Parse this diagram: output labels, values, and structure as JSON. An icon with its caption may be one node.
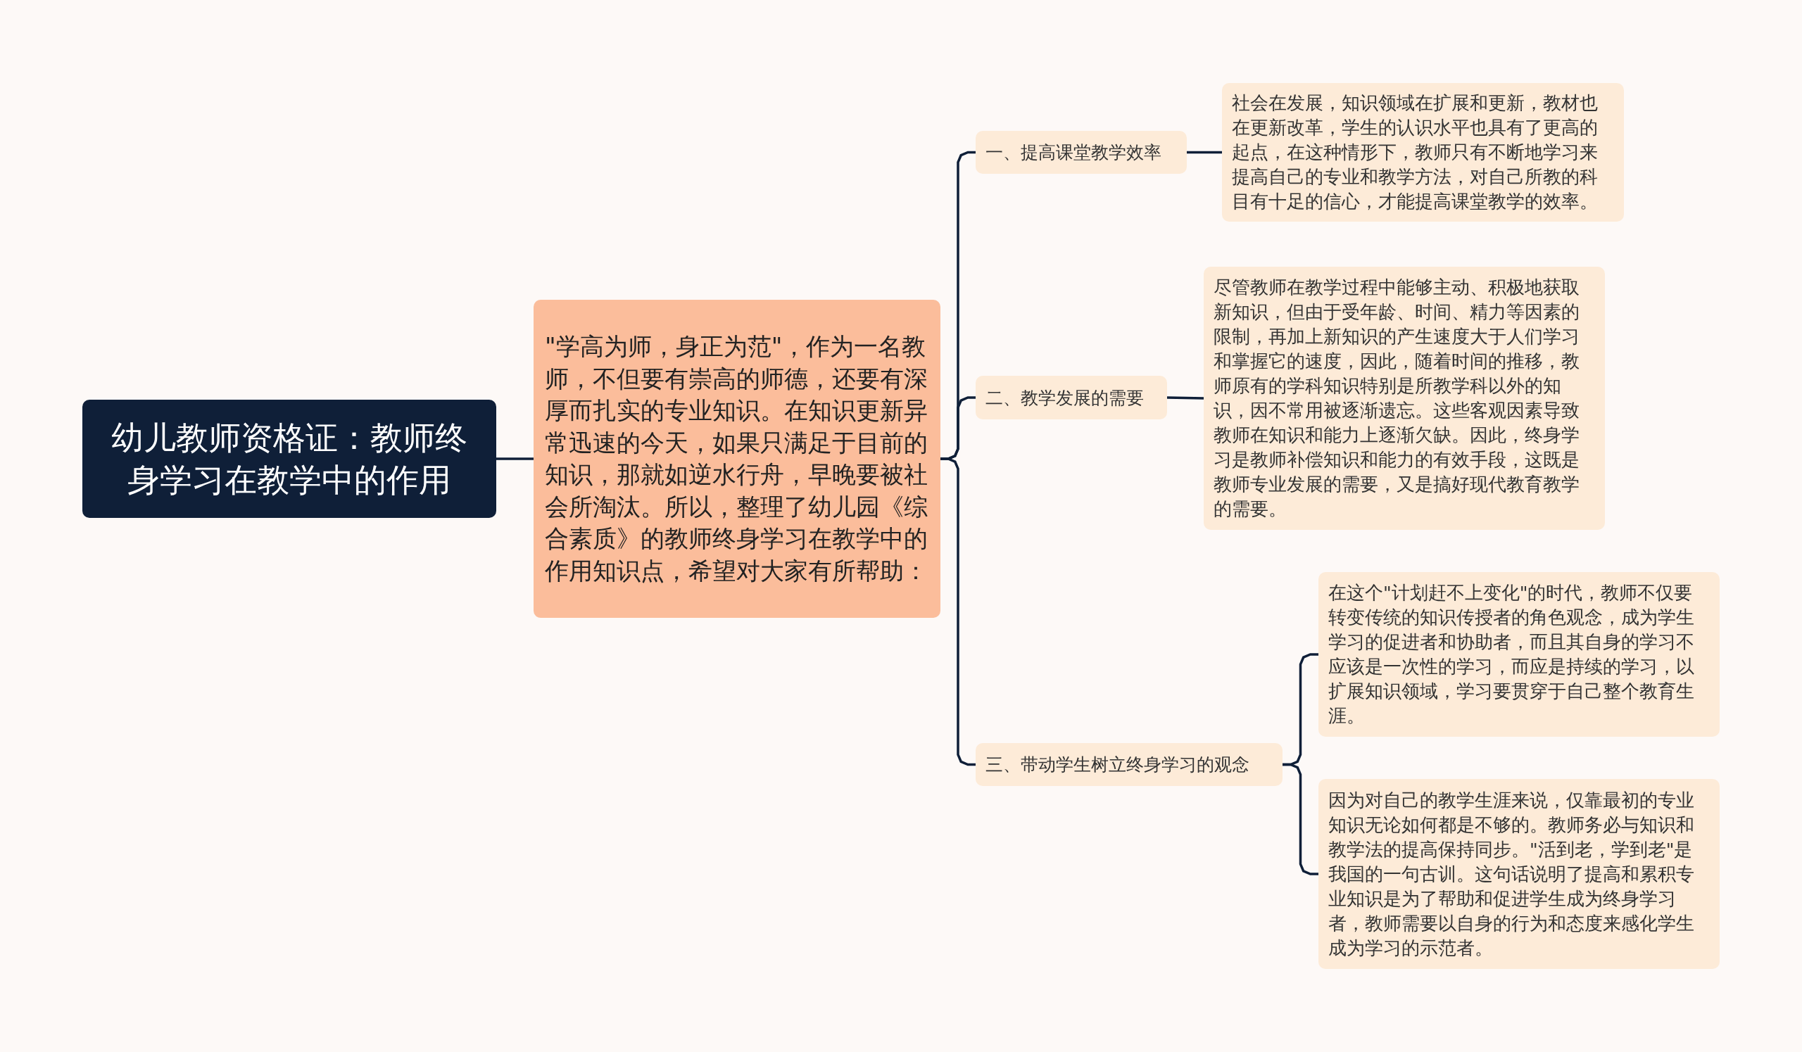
{
  "diagram": {
    "nodes": [
      {
        "text": [
          "幼儿教师资格证：教师终身学习在教学中的作用"
        ]
      },
      {
        "text": [
          "\"学高为师，身正为范\"，作为一名教师，不但要有崇高的师德，还要有深厚而扎实的专业知识。在知识更新异常迅速的今天，如果只满足于目前的知识，那就如逆水行舟，早晚要被社会所淘汰。所以，整理了幼儿园《综合素质》的教师终身学习在教学中的作用知识点，希望对大家有所帮助："
        ]
      },
      {
        "text": [
          "一、提高课堂教学效率"
        ]
      },
      {
        "text": [
          "社会在发展，知识领域在扩展和更新，教材也在更新改革，学生的认识水平也具有了更高的起点，在这种情形下，教师只有不断地学习来提高自己的专业和教学方法，对自己所教的科目有十足的信心，才能提高课堂教学的效率。"
        ]
      },
      {
        "text": [
          "二、教学发展的需要"
        ]
      },
      {
        "text": [
          "尽管教师在教学过程中能够主动、积极地获取新知识，但由于受年龄、时间、精力等因素的限制，再加上新知识的产生速度大于人们学习和掌握它的速度，因此，随着时间的推移，教师原有的学科知识特别是所教学科以外的知识，因不常用被逐渐遗忘。这些客观因素导致教师在知识和能力上逐渐欠缺。因此，终身学习是教师补偿知识和能力的有效手段，这既是教师专业发展的需要，又是搞好现代教育教学的需要。"
        ]
      },
      {
        "text": [
          "三、带动学生树立终身学习的观念"
        ]
      },
      {
        "text": [
          "在这个\"计划赶不上变化\"的时代，教师不仅要转变传统的知识传授者的角色观念，成为学生学习的促进者和协助者，而且其自身的学习不应该是一次性的学习，而应是持续的学习，以扩展知识领域，学习要贯穿于自己整个教育生涯。"
        ]
      },
      {
        "text": [
          "因为对自己的教学生涯来说，仅靠最初的专业知识无论如何都是不够的。教师务必与知识和教学法的提高保持同步。\"活到老，学到老\"是我国的一句古训。这句话说明了提高和累积专业知识是为了帮助和促进学生成为终身学习者，教师需要以自身的行为和态度来感化学生成为学习的示范者。"
        ]
      }
    ],
    "edges": [
      {
        "from": 0,
        "to": 1,
        "arrow": "none"
      },
      {
        "from": 1,
        "to": 2,
        "arrow": "none"
      },
      {
        "from": 1,
        "to": 4,
        "arrow": "none"
      },
      {
        "from": 1,
        "to": 6,
        "arrow": "none"
      },
      {
        "from": 2,
        "to": 3,
        "arrow": "none"
      },
      {
        "from": 4,
        "to": 5,
        "arrow": "none"
      },
      {
        "from": 6,
        "to": 7,
        "arrow": "none"
      },
      {
        "from": 6,
        "to": 8,
        "arrow": "none"
      }
    ]
  }
}
